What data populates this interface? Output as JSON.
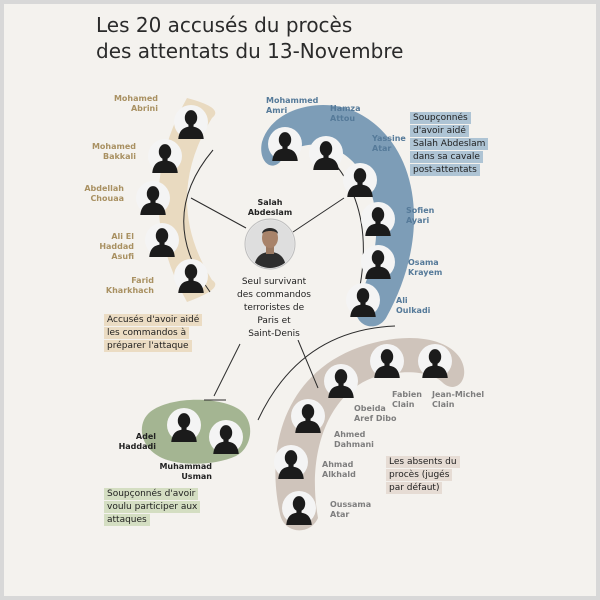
{
  "title": {
    "line1": "Les 20 accusés du procès",
    "line2": "des attentats du 13-Novembre"
  },
  "center": {
    "name": "Salah\nAbdeslam",
    "caption": [
      "Seul survivant",
      "des commandos",
      "terroristes de",
      "Paris et",
      "Saint-Denis"
    ]
  },
  "groups": {
    "left": {
      "names": [
        "Mohamed\nAbrini",
        "Mohamed\nBakkali",
        "Abdellah\nChouaa",
        "Ali El\nHaddad\nAsufi",
        "Farid\nKharkhach"
      ],
      "caption": [
        "Accusés d'avoir aidé",
        "les commandos à",
        "préparer l'attaque"
      ]
    },
    "right": {
      "names": [
        "Mohammed\nAmri",
        "Hamza\nAttou",
        "Yassine\nAtar",
        "Sofien\nAyari",
        "Osama\nKrayem",
        "Ali\nOulkadi"
      ],
      "caption": [
        "Soupçonnés",
        "d'avoir aidé",
        "Salah Abdeslam",
        "dans sa cavale",
        "post-attentats"
      ]
    },
    "bottom_left": {
      "names": [
        "Adel\nHaddadi",
        "Muhammad\nUsman"
      ],
      "caption": [
        "Soupçonnés d'avoir",
        "voulu participer aux",
        "attaques"
      ]
    },
    "bottom_right": {
      "names": [
        "Fabien\nClain",
        "Jean-Michel\nClain",
        "Obeida\nAref Dibo",
        "Ahmed\nDahmani",
        "Ahmad\nAlkhald",
        "Oussama\nAtar"
      ],
      "caption": [
        "Les absents du",
        "procès (jugés",
        "par défaut)"
      ]
    }
  },
  "colors": {
    "tan": "#e9dac0",
    "blue": "#7d9db7",
    "green": "#a4b592",
    "taupe": "#cfc4bb"
  }
}
